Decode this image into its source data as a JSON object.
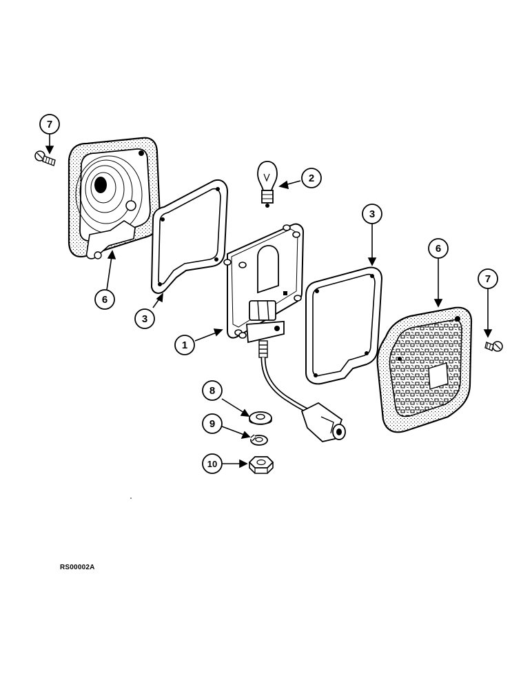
{
  "diagram": {
    "reference_code": "RS00002A",
    "callouts": [
      {
        "id": "c7-left",
        "label": "7"
      },
      {
        "id": "c2",
        "label": "2"
      },
      {
        "id": "c3-right",
        "label": "3"
      },
      {
        "id": "c6-right",
        "label": "6"
      },
      {
        "id": "c7-right",
        "label": "7"
      },
      {
        "id": "c6-left",
        "label": "6"
      },
      {
        "id": "c3-left",
        "label": "3"
      },
      {
        "id": "c1",
        "label": "1"
      },
      {
        "id": "c8",
        "label": "8"
      },
      {
        "id": "c9",
        "label": "9"
      },
      {
        "id": "c10",
        "label": "10"
      }
    ]
  }
}
